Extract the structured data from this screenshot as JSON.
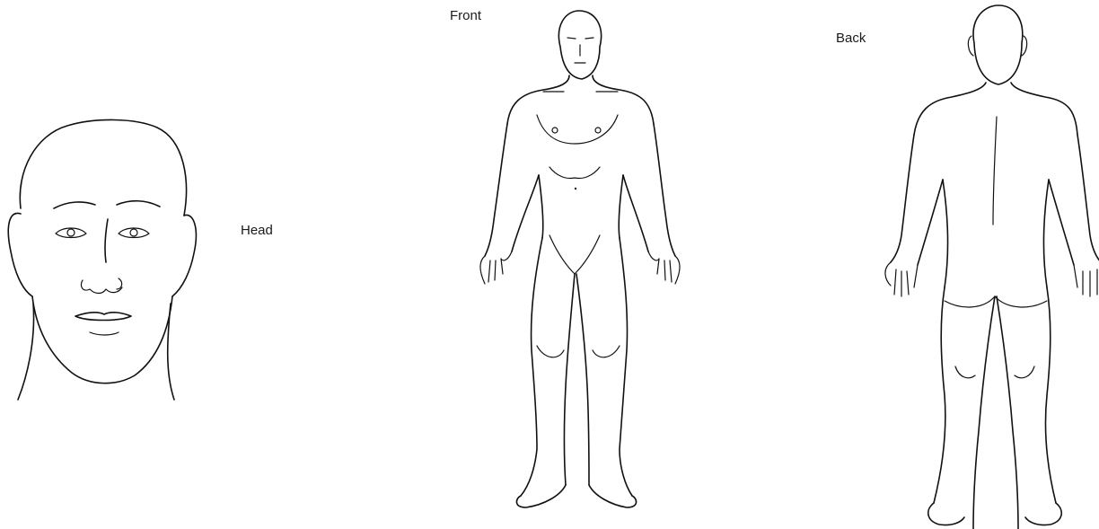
{
  "labels": {
    "head": "Head",
    "front": "Front",
    "back": "Back"
  },
  "figures": [
    "head-diagram",
    "front-body-diagram",
    "back-body-diagram"
  ],
  "colors": {
    "line": "#111111",
    "background": "#ffffff"
  }
}
